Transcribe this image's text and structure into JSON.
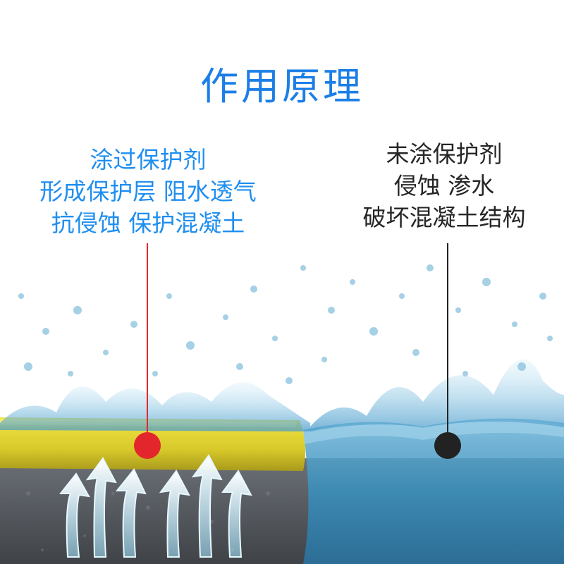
{
  "title": "作用原理",
  "left_label": {
    "lines": [
      "涂过保护剂",
      "形成保护层 阻水透气",
      "抗侵蚀  保护混凝土"
    ],
    "marker_color": "#e3262b"
  },
  "right_label": {
    "lines": [
      "未涂保护剂",
      "侵蚀 渗水",
      "破坏混凝土结构"
    ],
    "marker_color": "#222222"
  },
  "colors": {
    "title": "#1c7fe6",
    "left_text": "#1f8ef0",
    "right_text": "#262626",
    "coating": "#e6d836",
    "concrete": "#5d6268",
    "water": "#3c93bf",
    "arrow": "#d8f3ff"
  },
  "icons": {
    "arrow": "up-arrow-icon",
    "marker": "circle-marker-icon"
  }
}
